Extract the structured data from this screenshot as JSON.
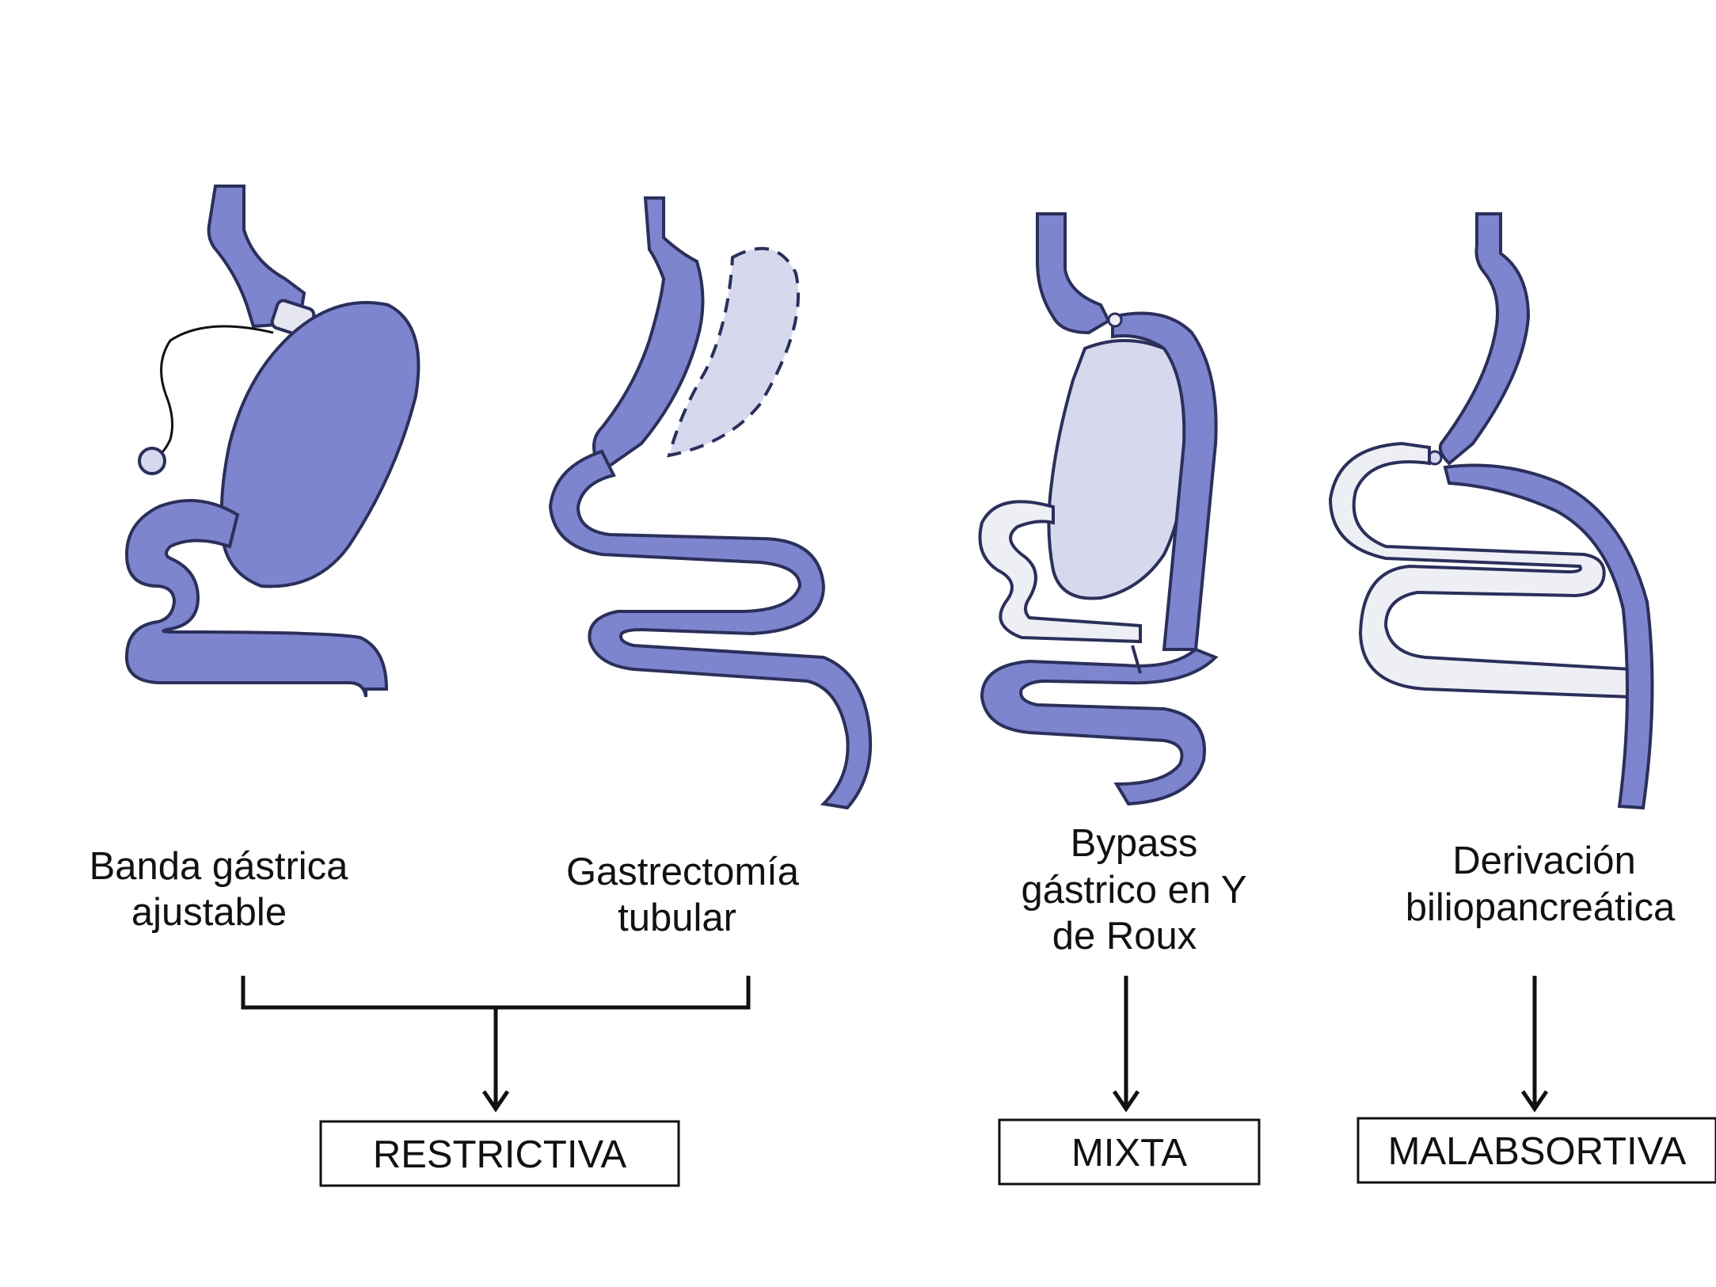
{
  "procedures": [
    {
      "id": "banda",
      "label_lines": [
        "Banda gástrica",
        "ajustable"
      ]
    },
    {
      "id": "gastrectomia",
      "label_lines": [
        "Gastrectomía",
        "tubular"
      ]
    },
    {
      "id": "bypass",
      "label_lines": [
        "Bypass",
        "gástrico en Y",
        "de Roux"
      ]
    },
    {
      "id": "derivacion",
      "label_lines": [
        "Derivación",
        "biliopancreática"
      ]
    }
  ],
  "categories": {
    "restrictiva": "RESTRICTIVA",
    "mixta": "MIXTA",
    "malabsortiva": "MALABSORTIVA"
  },
  "colors": {
    "organ_fill": "#7d85cf",
    "organ_stroke": "#2b2f5a",
    "bypassed_fill": "#d6d8ee",
    "excluded_fill": "#eeeef5",
    "line": "#111111"
  }
}
